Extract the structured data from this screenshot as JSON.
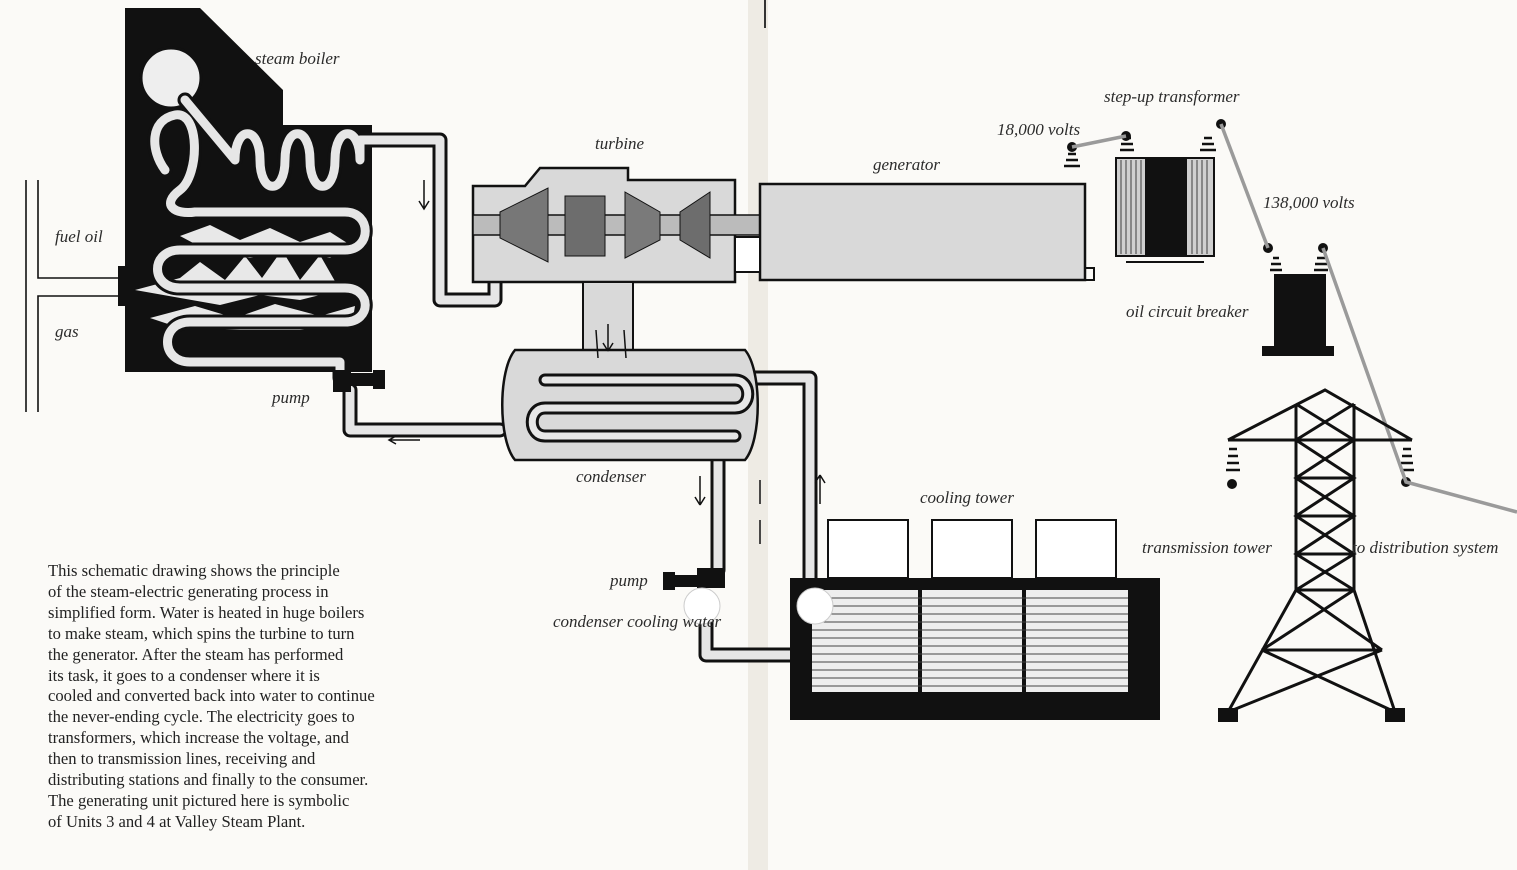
{
  "labels": {
    "steam_boiler": "steam boiler",
    "fuel_oil": "fuel oil",
    "gas": "gas",
    "pump_boiler": "pump",
    "turbine": "turbine",
    "generator": "generator",
    "step_up_transformer": "step-up transformer",
    "volts_18000": "18,000 volts",
    "volts_138000": "138,000 volts",
    "oil_circuit_breaker": "oil circuit breaker",
    "condenser": "condenser",
    "pump_condenser": "pump",
    "condenser_cooling_water": "condenser cooling water",
    "cooling_tower": "cooling tower",
    "transmission_tower": "transmission tower",
    "to_distribution_system": "to distribution system"
  },
  "caption": [
    "This schematic drawing shows the principle",
    "of the steam-electric generating process in",
    "simplified form. Water is heated in huge boilers",
    "to make steam, which spins the turbine to turn",
    "the generator. After the steam has performed",
    "its task, it goes to a condenser where it is",
    "cooled and converted back into water to continue",
    "the never-ending cycle. The electricity goes to",
    "transformers, which increase the voltage, and",
    "then to transmission lines, receiving and",
    "distributing stations and finally to the consumer.",
    "The generating unit pictured here is symbolic",
    "of Units 3 and 4 at Valley Steam Plant."
  ],
  "colors": {
    "ink": "#111111",
    "pipe_fill": "#e6e6e6",
    "machine_fill": "#d9d9d9",
    "line_gray": "#9a9a9a",
    "paper": "#fbfaf7"
  }
}
